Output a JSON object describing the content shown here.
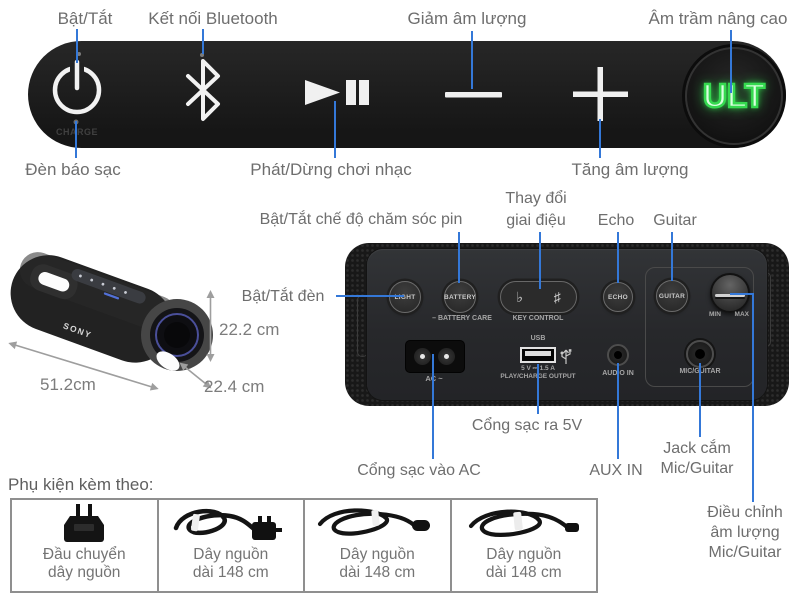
{
  "top": {
    "power": "Bật/Tắt",
    "bluetooth": "Kết nối Bluetooth",
    "volume_down": "Giảm âm lượng",
    "ult": "Âm trầm nâng cao",
    "charge_indicator": "Đèn báo sạc",
    "play_pause": "Phát/Dừng chơi nhạc",
    "volume_up": "Tăng âm lượng",
    "charge_print": "CHARGE",
    "ult_button": "ULT"
  },
  "speaker": {
    "brand": "SONY",
    "dim_length": "51.2cm",
    "dim_height": "22.2 cm",
    "dim_depth": "22.4 cm"
  },
  "panel": {
    "battery_care_label": "Bật/Tắt chế độ chăm sóc pin",
    "key_change_1": "Thay đổi",
    "key_change_2": "giai điệu",
    "echo_label": "Echo",
    "guitar_label": "Guitar",
    "light_label": "Bật/Tắt đèn",
    "usb_out_label": "Cổng sạc ra 5V",
    "ac_in_label": "Cổng sạc vào AC",
    "aux_label": "AUX IN",
    "mic_jack_1": "Jack cắm",
    "mic_jack_2": "Mic/Guitar",
    "mic_vol_1": "Điều chỉnh",
    "mic_vol_2": "âm lượng",
    "mic_vol_3": "Mic/Guitar",
    "print": {
      "light": "LIGHT",
      "battery": "BATTERY",
      "battery_care": "– BATTERY CARE",
      "flat": "♭",
      "sharp": "♯",
      "key_control": "KEY CONTROL",
      "echo": "ECHO",
      "guitar": "GUITAR",
      "min": "MIN",
      "max": "MAX",
      "ac": "AC ~",
      "usb": "USB",
      "usb_spec": "5 V ⎓ 1.5 A",
      "usb_mode": "PLAY/CHARGE OUTPUT",
      "audio_in": "AUDIO IN",
      "mic_guitar": "MIC/GUITAR"
    }
  },
  "accessories": {
    "heading": "Phụ kiện kèm theo:",
    "items": [
      {
        "line1": "Đầu chuyển",
        "line2": "dây nguồn"
      },
      {
        "line1": "Dây nguồn",
        "line2": "dài 148 cm"
      },
      {
        "line1": "Dây nguồn",
        "line2": "dài 148 cm"
      },
      {
        "line1": "Dây nguồn",
        "line2": "dài 148 cm"
      }
    ]
  },
  "colors": {
    "leader_line": "#3478d8",
    "label_text": "#6e6e6e",
    "ult_green": "#35d94f",
    "device_black": "#1c1c1c"
  }
}
